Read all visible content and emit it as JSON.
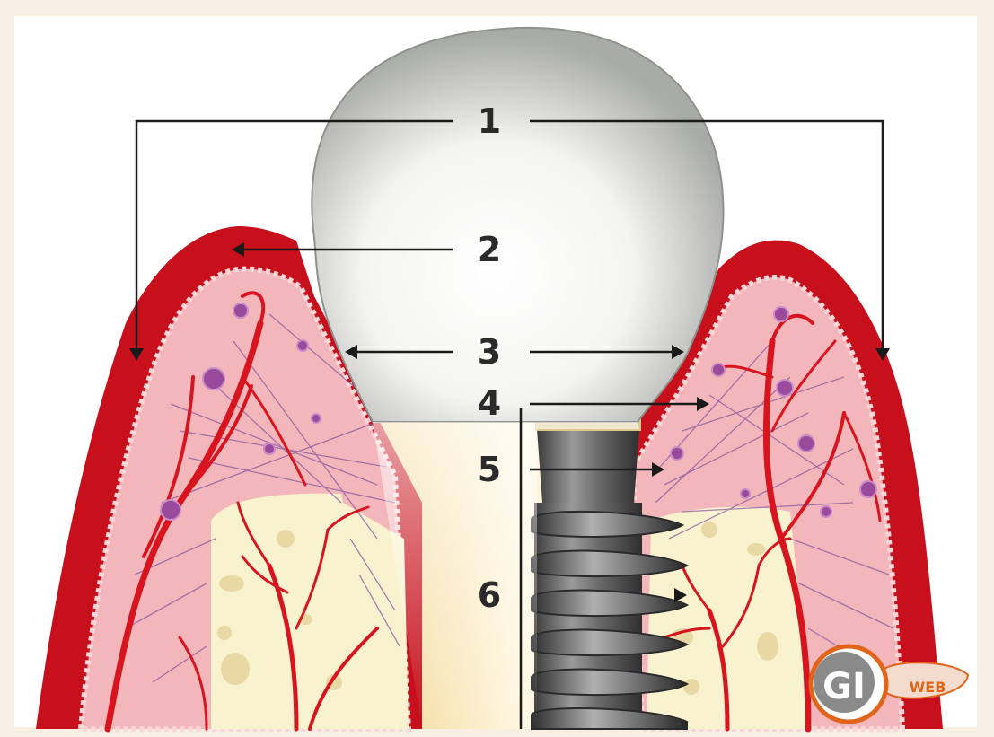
{
  "labels": {
    "l1": "1",
    "l2": "2",
    "l3": "3",
    "l4": "4",
    "l5": "5",
    "l6": "6"
  },
  "logo": {
    "mark": "GI",
    "word": "WEB"
  },
  "colors": {
    "frame": "#f7f0e2",
    "gum_dark": "#c8101c",
    "gum_light": "#f4b8bc",
    "bone": "#f8f2cf",
    "crown": "#e8e8e4",
    "vessel": "#d8141e",
    "fiber": "#8a5aa0",
    "implant": "#555555",
    "logo_accent": "#e0641a"
  }
}
